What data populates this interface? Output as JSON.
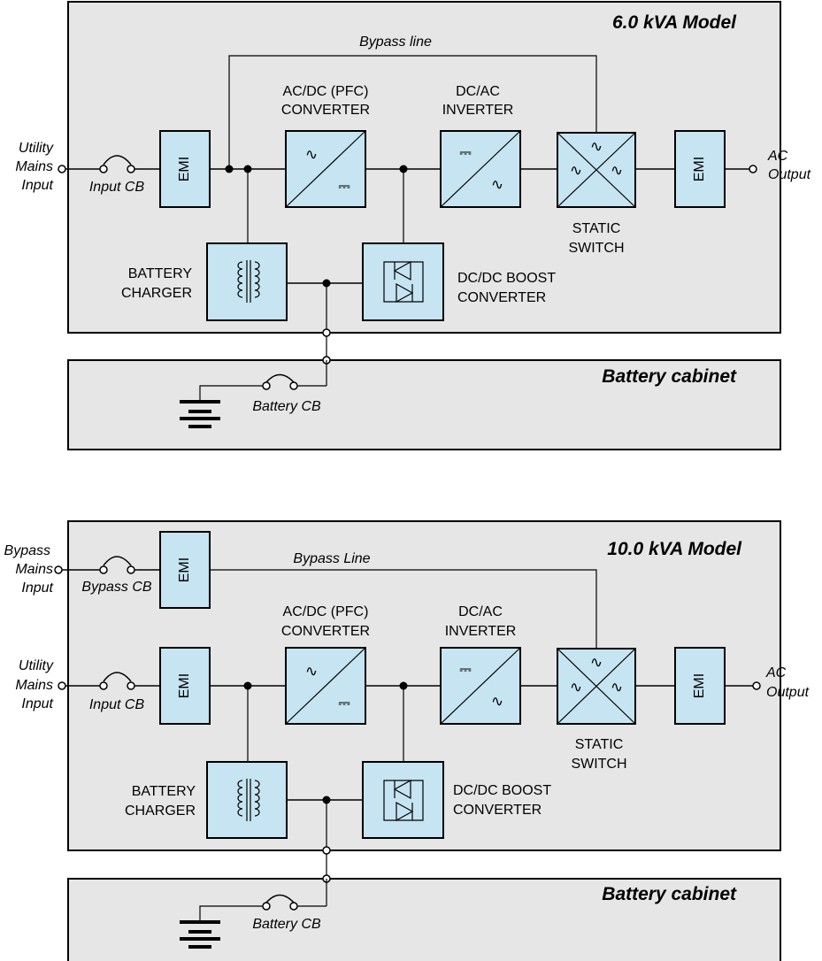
{
  "diagram_top": {
    "model_label": "6.0 kVA Model",
    "bypass_label": "Bypass line",
    "input_label": [
      "Utility",
      "Mains",
      "Input"
    ],
    "input_cb_label": "Input CB",
    "emi_in": "EMI",
    "emi_out": "EMI",
    "acdc_label": [
      "AC/DC (PFC)",
      "CONVERTER"
    ],
    "dcac_label": [
      "DC/AC",
      "INVERTER"
    ],
    "static_label": [
      "STATIC",
      "SWITCH"
    ],
    "charger_label": [
      "BATTERY",
      "CHARGER"
    ],
    "boost_label": [
      "DC/DC BOOST",
      "CONVERTER"
    ],
    "output_label": [
      "AC",
      "Output"
    ],
    "battery_cabinet": "Battery cabinet",
    "battery_cb_label": "Battery  CB"
  },
  "diagram_bottom": {
    "model_label": "10.0 kVA Model",
    "bypass_label": "Bypass Line",
    "bypass_input_label": [
      "Bypass",
      "Mains",
      "Input"
    ],
    "bypass_cb_label": "Bypass CB",
    "emi_bypass": "EMI",
    "input_label": [
      "Utility",
      "Mains",
      "Input"
    ],
    "input_cb_label": "Input CB",
    "emi_in": "EMI",
    "emi_out": "EMI",
    "acdc_label": [
      "AC/DC (PFC)",
      "CONVERTER"
    ],
    "dcac_label": [
      "DC/AC",
      "INVERTER"
    ],
    "static_label": [
      "STATIC",
      "SWITCH"
    ],
    "charger_label": [
      "BATTERY",
      "CHARGER"
    ],
    "boost_label": [
      "DC/DC BOOST",
      "CONVERTER"
    ],
    "output_label": [
      "AC",
      "Output"
    ],
    "battery_cabinet": "Battery cabinet",
    "battery_cb_label": "Battery CB"
  },
  "symbols": {
    "ac": "∿",
    "dc": "⎓"
  }
}
